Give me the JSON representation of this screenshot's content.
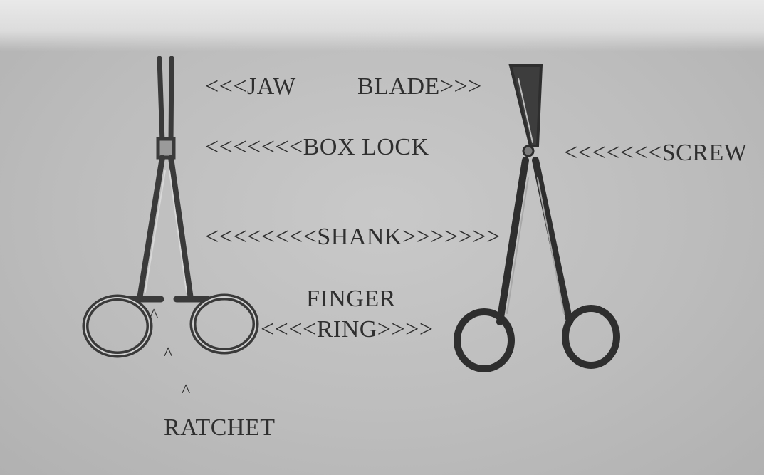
{
  "labels": {
    "jaw": "<<<JAW",
    "blade": "BLADE>>>",
    "box_lock": "<<<<<<<BOX LOCK",
    "screw": "<<<<<<<SCREW",
    "shank": "<<<<<<<<SHANK>>>>>>>",
    "finger": "FINGER",
    "ring": "<<<<RING>>>>",
    "caret": "^",
    "ratchet": "RATCHET"
  },
  "instruments": {
    "left": "hemostat-forceps-icon",
    "right": "surgical-scissors-icon"
  },
  "colors": {
    "background": "#c2c2c2",
    "metal": "#3a3a3a",
    "text": "#2f2f2f"
  }
}
